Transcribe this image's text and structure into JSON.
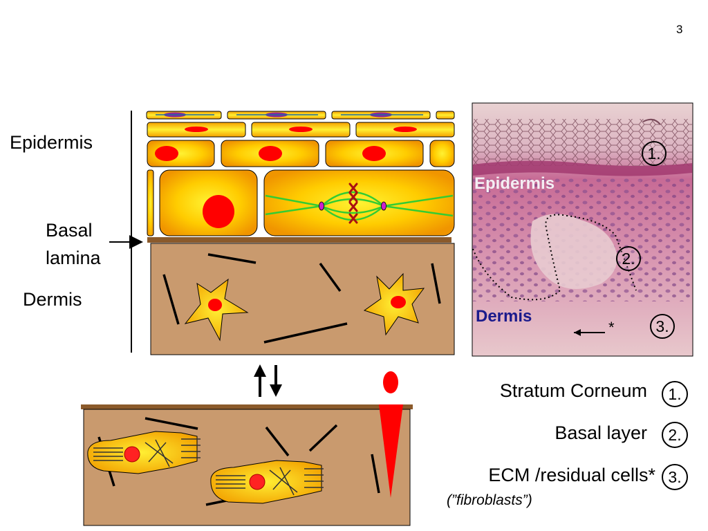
{
  "slide": {
    "page_number": "3"
  },
  "diagram": {
    "label_epidermis": "Epidermis",
    "label_basal_line1": "Basal",
    "label_basal_line2": "lamina",
    "label_dermis": "Dermis"
  },
  "micrograph": {
    "label_epidermis": "Epidermis",
    "label_dermis": "Dermis",
    "asterisk": "*",
    "markers": [
      "1.",
      "2.",
      "3."
    ]
  },
  "legend": {
    "items": [
      {
        "label": "Stratum Corneum",
        "marker": "1."
      },
      {
        "label": "Basal layer",
        "marker": "2."
      },
      {
        "label": "ECM /residual cells*",
        "marker": "3."
      }
    ],
    "sub_note": "(”fibroblasts”)"
  },
  "colors": {
    "cell_orange": "#f5a000",
    "cell_yellow": "#ffee33",
    "nucleus": "#ff0000",
    "dermis_tan": "#c99a6e",
    "basal_lamina": "#8b5a2b",
    "spindle": "#33cc33"
  }
}
